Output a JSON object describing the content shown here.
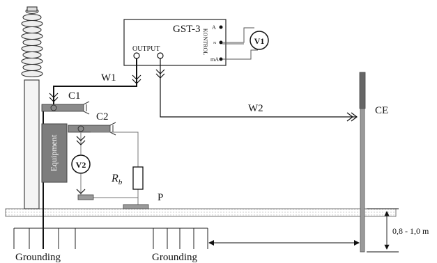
{
  "device": {
    "name": "GST-3",
    "output_label": "OUTPUT",
    "kontrol_label": "KONTROL",
    "terminals": [
      "A",
      "≈",
      "mA"
    ]
  },
  "meters": {
    "v1": "V1",
    "v2": "V2"
  },
  "wires": {
    "w1": "W1",
    "w2": "W2"
  },
  "clamps": {
    "c1": "C1",
    "c2": "C2"
  },
  "equipment_label": "Equipment",
  "resistor": {
    "symbol": "R",
    "subscript": "b"
  },
  "probe_label": "P",
  "electrode_label": "CE",
  "depth_label": "0,8 - 1,0 m",
  "grounding_labels": [
    "Grounding",
    "Grounding"
  ],
  "colors": {
    "line": "#1a1a1a",
    "thin_line": "#777777",
    "electrode": "#666666",
    "clamp": "#8a8a8a",
    "equipment": "#7d7d7d"
  }
}
